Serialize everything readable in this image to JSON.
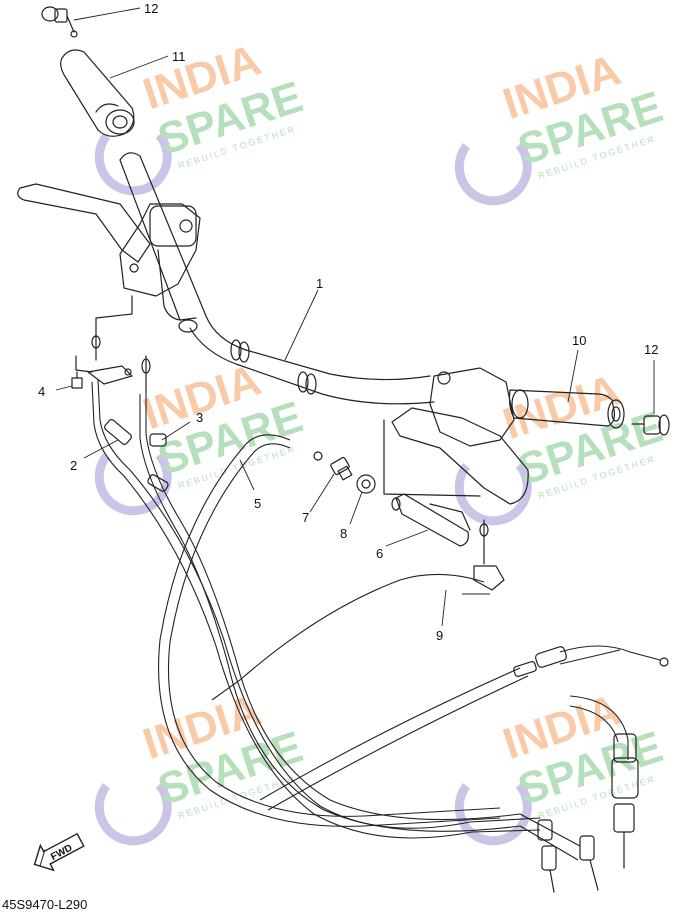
{
  "diagram": {
    "callouts": [
      "1",
      "2",
      "3",
      "4",
      "5",
      "6",
      "7",
      "8",
      "9",
      "10",
      "11",
      "12",
      "12"
    ],
    "code": "45S9470-L290",
    "fwd_label": "FWD"
  },
  "watermark": {
    "line1": "INDIA",
    "line2": "SPARE",
    "tagline": "REBUILD TOGETHER",
    "colors": {
      "orange": "#f6b98a",
      "green": "#9ed6a6",
      "purple": "#b9b1e0"
    }
  }
}
